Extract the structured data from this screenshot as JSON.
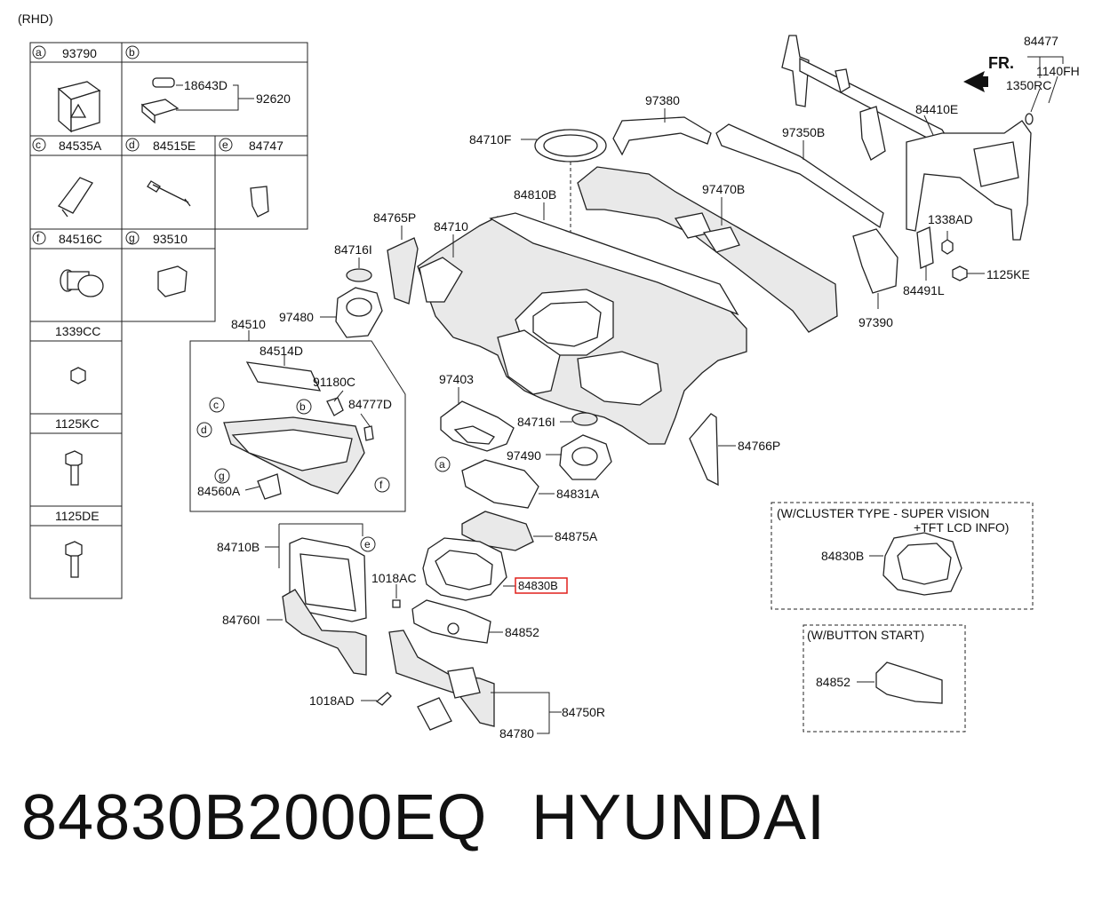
{
  "variant": "(RHD)",
  "direction": "FR.",
  "legend_cells": {
    "a": {
      "letter": "a",
      "part": "93790"
    },
    "b": {
      "letter": "b",
      "parts": [
        "18643D",
        "92620"
      ]
    },
    "c": {
      "letter": "c",
      "part": "84535A"
    },
    "d": {
      "letter": "d",
      "part": "84515E"
    },
    "e": {
      "letter": "e",
      "part": "84747"
    },
    "f": {
      "letter": "f",
      "part": "84516C"
    },
    "g": {
      "letter": "g",
      "part": "93510"
    },
    "h1": {
      "part": "1339CC"
    },
    "h2": {
      "part": "1125KC"
    },
    "h3": {
      "part": "1125DE"
    }
  },
  "callouts": {
    "p84477": "84477",
    "p1140FH": "1140FH",
    "p1350RC": "1350RC",
    "p84410E": "84410E",
    "p97380": "97380",
    "p97350B": "97350B",
    "p84710F": "84710F",
    "p84810B": "84810B",
    "p97470B": "97470B",
    "p84765P": "84765P",
    "p84710": "84710",
    "p1338AD": "1338AD",
    "p84716I_a": "84716I",
    "p97480": "97480",
    "p84491L": "84491L",
    "p1125KE": "1125KE",
    "p97390": "97390",
    "p84510": "84510",
    "p84514D": "84514D",
    "p91180C": "91180C",
    "p84777D": "84777D",
    "p84560A": "84560A",
    "p97403": "97403",
    "p84716I_b": "84716I",
    "p97490": "97490",
    "p84766P": "84766P",
    "p84831A": "84831A",
    "p84875A": "84875A",
    "p84710B": "84710B",
    "p1018AC": "1018AC",
    "p84830B_hl": "84830B",
    "p84760I": "84760I",
    "p84852": "84852",
    "p1018AD": "1018AD",
    "p84750R": "84750R",
    "p84780": "84780"
  },
  "inset_cluster": {
    "title_line1": "(W/CLUSTER TYPE - SUPER VISION",
    "title_line2": "+TFT LCD INFO)",
    "part": "84830B"
  },
  "inset_button": {
    "title": "(W/BUTTON START)",
    "part": "84852"
  },
  "highlight_color": "#e0201c",
  "footer": {
    "part_number": "84830B2000EQ",
    "brand": "HYUNDAI"
  }
}
